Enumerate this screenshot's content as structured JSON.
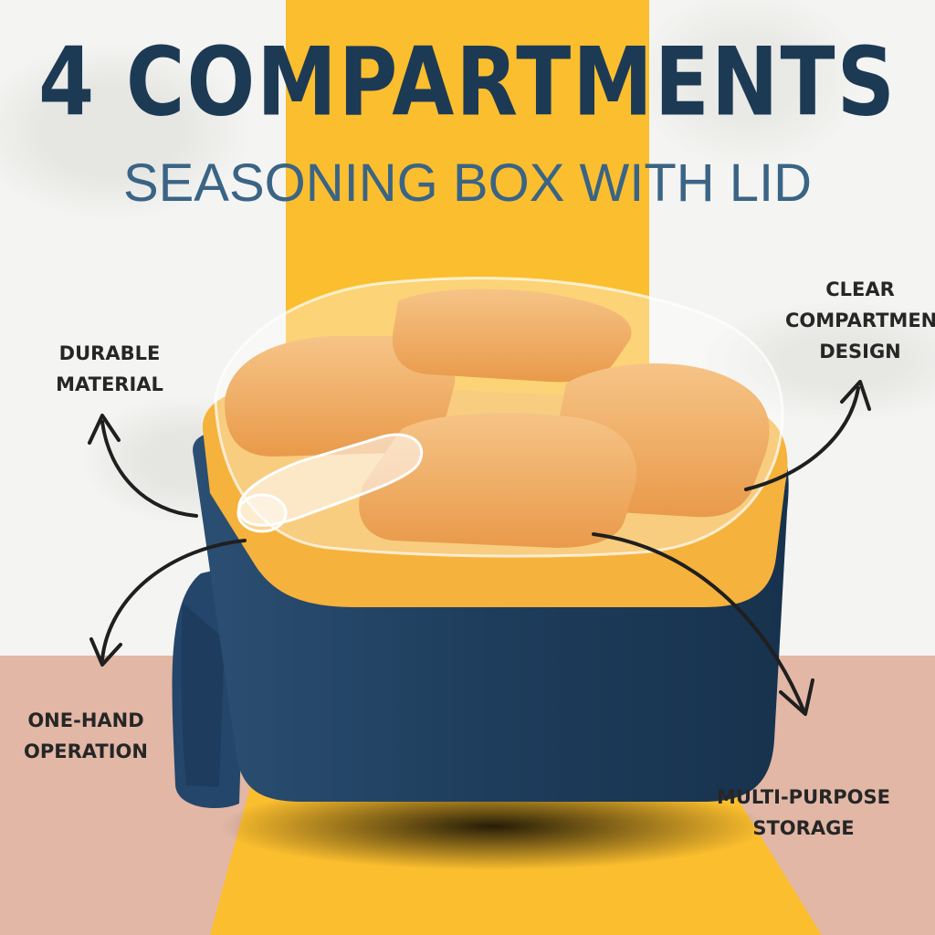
{
  "title": "4 COMPARTMENTS",
  "subtitle": "SEASONING BOX WITH LID",
  "features": {
    "durable": [
      "DURABLE",
      "MATERIAL"
    ],
    "clear": [
      "CLEAR",
      "COMPARTMENT",
      "DESIGN"
    ],
    "onehand": [
      "ONE-HAND",
      "OPERATION"
    ],
    "multi": [
      "MULTI-PURPOSE",
      "STORAGE"
    ]
  },
  "colors": {
    "navy": "#1e3d5c",
    "yellow_stripe": "#fbbe2e",
    "orange_tray": "#f2a559",
    "peach_floor": "#e2b7a6",
    "title": "#1d3a55"
  }
}
